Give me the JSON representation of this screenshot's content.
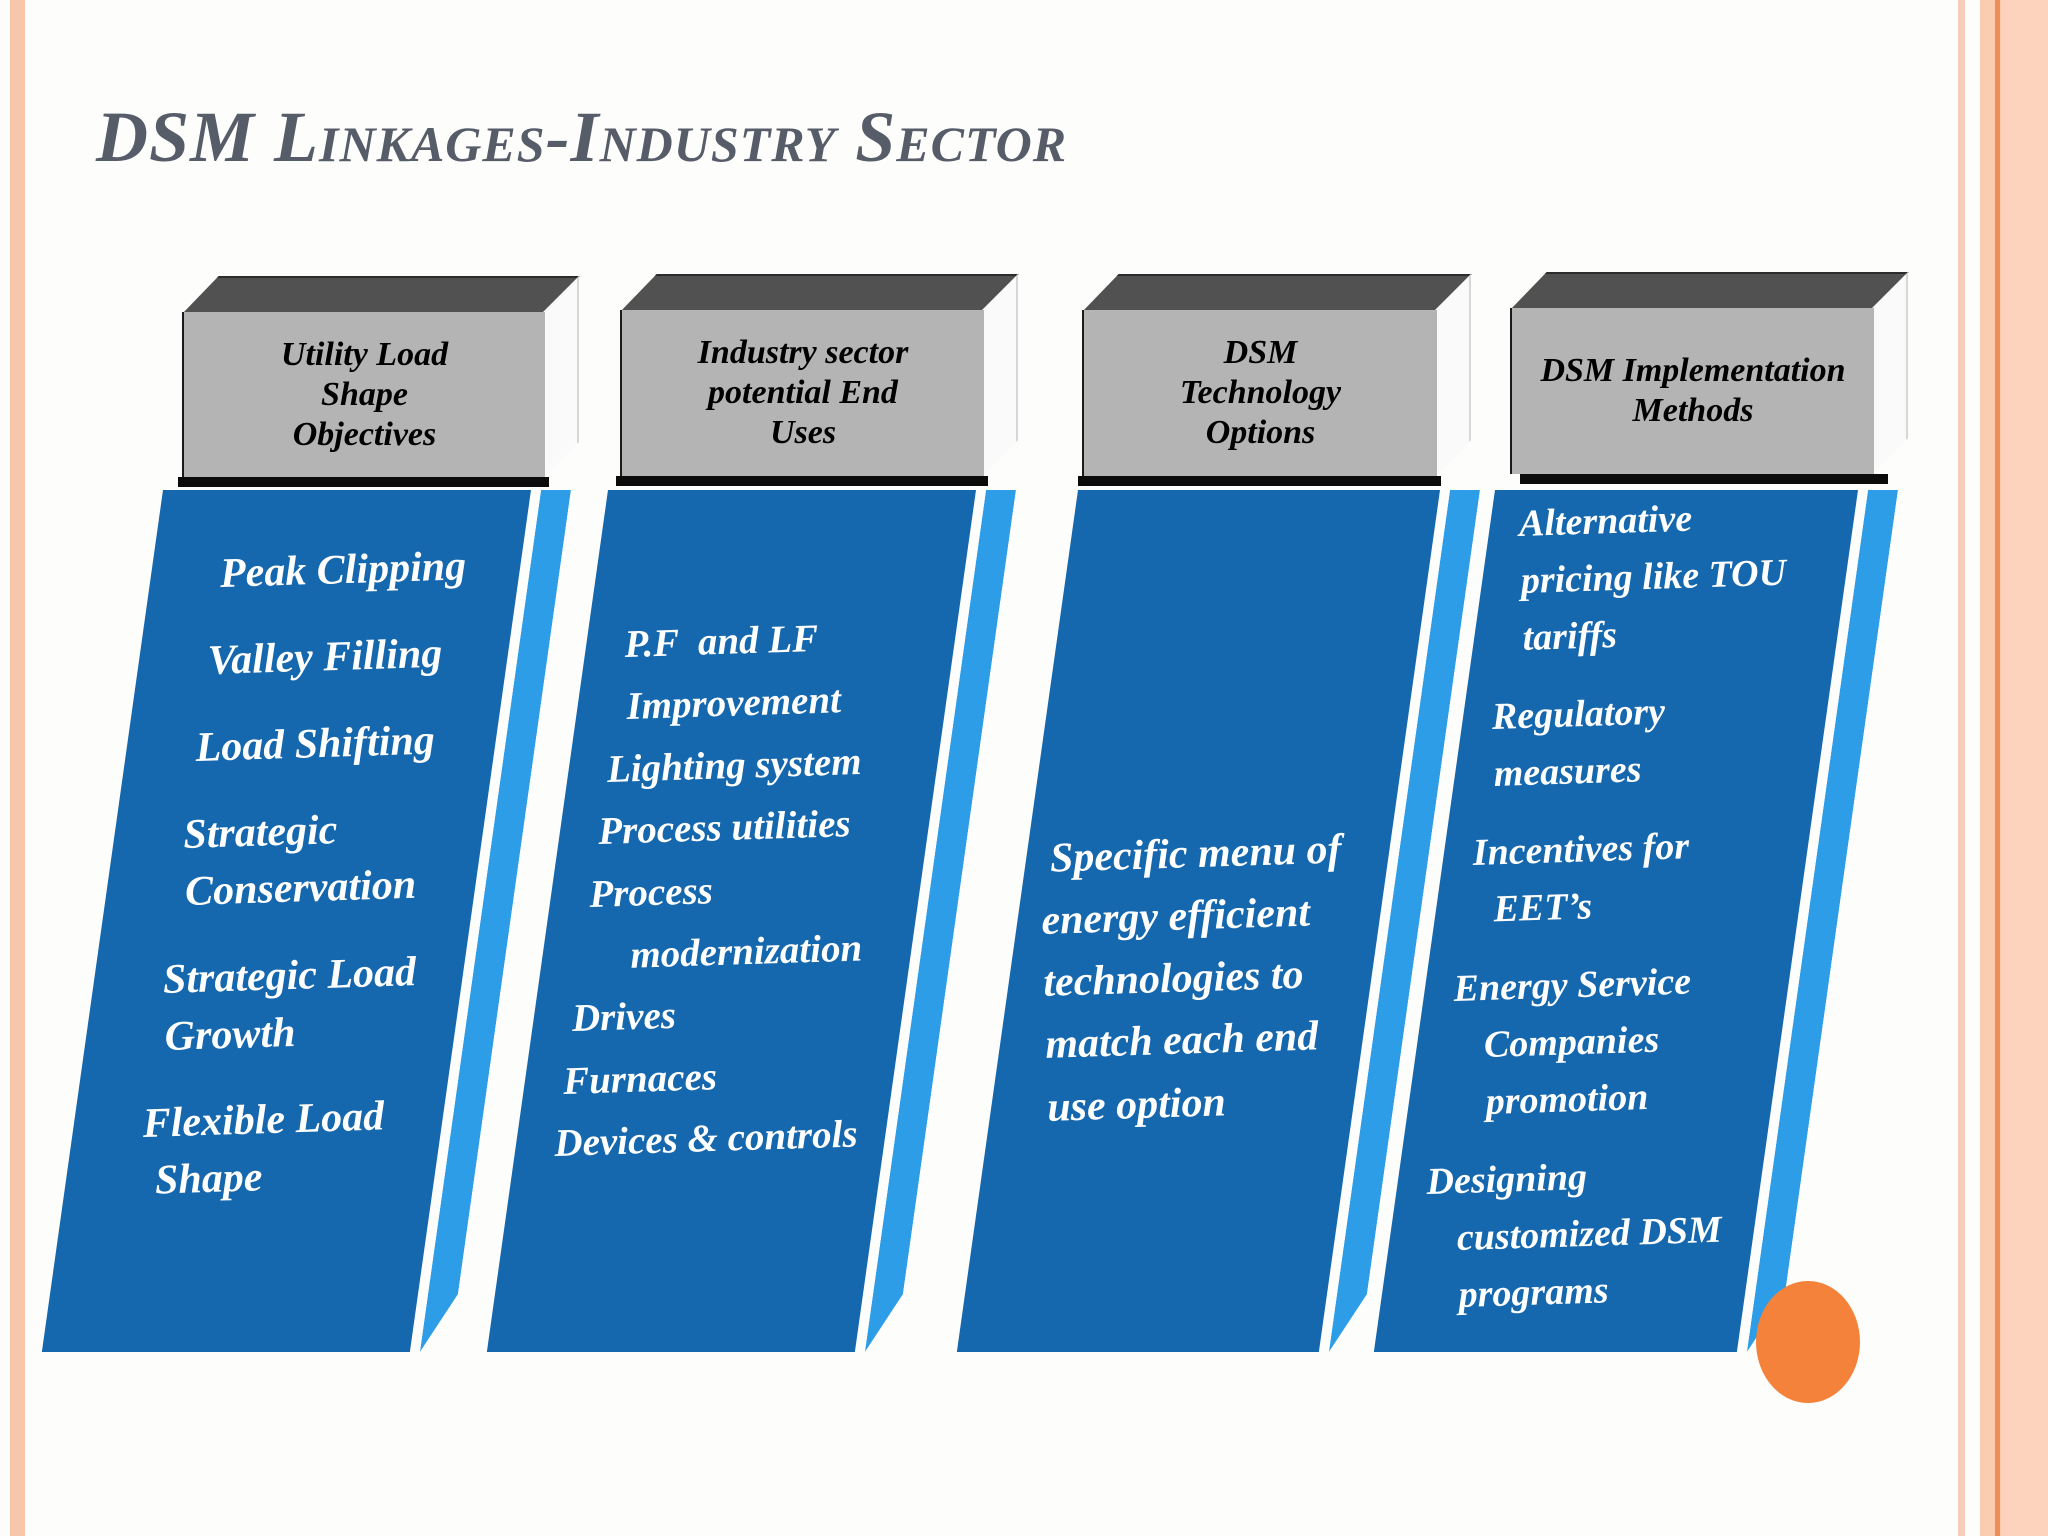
{
  "slide": {
    "title": "DSM Linkages-Industry Sector"
  },
  "columns": [
    {
      "header": "Utility Load\nShape\nObjectives",
      "items": [
        "Peak Clipping",
        "Valley Filling",
        "Load Shifting",
        "Strategic\nConservation",
        "Strategic Load\nGrowth",
        "Flexible Load\n Shape"
      ]
    },
    {
      "header": "Industry sector\npotential End\nUses",
      "items": [
        "P.F  and LF\nImprovement",
        "Lighting system",
        "Process utilities",
        "Process\n    modernization",
        "Drives",
        "Furnaces",
        "Devices & controls"
      ]
    },
    {
      "header": "DSM\nTechnology\nOptions",
      "items": [
        " Specific menu of\nenergy efficient\ntechnologies to\nmatch each end\nuse option"
      ]
    },
    {
      "header": "DSM Implementation\nMethods",
      "items": [
        "Alternative\npricing like TOU\ntariffs",
        "Regulatory\nmeasures",
        "Incentives for\n  EET’s",
        "Energy Service\n   Companies\n   promotion",
        "Designing\n   customized DSM\n   programs"
      ]
    }
  ],
  "colors": {
    "panel_blue": "#1567ae",
    "panel_edge_blue": "#2d9de8",
    "header_front_gray": "#b4b4b4",
    "header_top_gray": "#515151",
    "title_gray": "#575c69",
    "orange_accent": "#f5823a",
    "border_salmon": "#f8c7ab"
  }
}
